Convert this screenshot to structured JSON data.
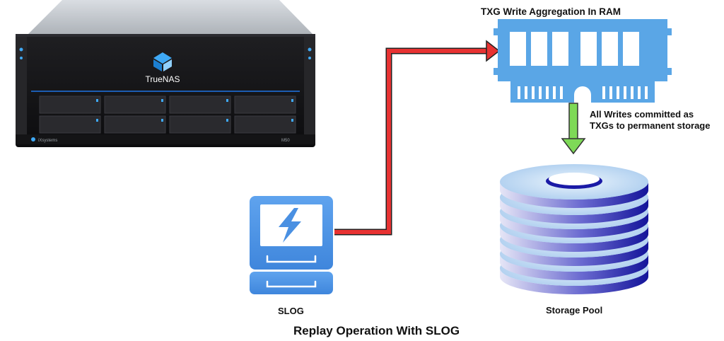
{
  "server": {
    "brand": "TrueNAS",
    "vendor_badge": "iXsystems",
    "model": "M50"
  },
  "ram": {
    "title": "TXG Write Aggregation In RAM"
  },
  "commit_note": {
    "line1": "All Writes committed as",
    "line2": "TXGs to permanent storage"
  },
  "slog": {
    "label": "SLOG"
  },
  "pool": {
    "label": "Storage Pool"
  },
  "caption": "Replay Operation With SLOG",
  "colors": {
    "replay_arrow": "#e83232",
    "commit_arrow": "#7ed957",
    "ram_module": "#5aa6e6",
    "slog_drive": "#4a90e2",
    "disk_top": "#bcd8f2",
    "disk_side": "#1a1aa6"
  }
}
